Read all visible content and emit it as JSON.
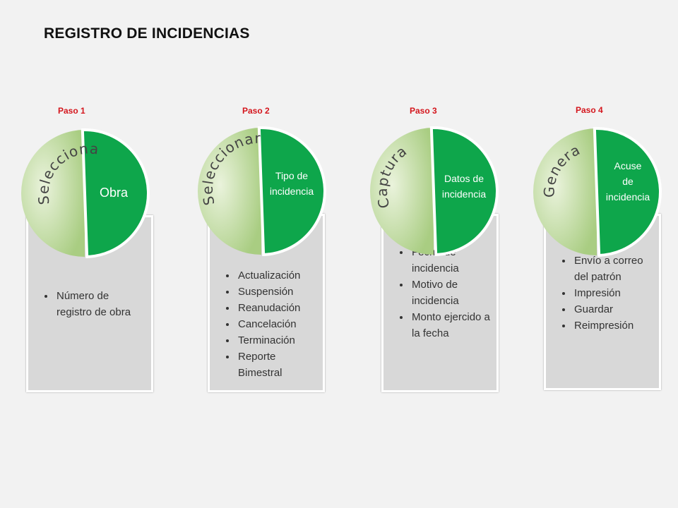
{
  "page": {
    "title": "REGISTRO DE INCIDENCIAS"
  },
  "colors": {
    "step_label": "#d4151c",
    "green_half": "#0ea64b",
    "light_half": "#bcd99c",
    "box_fill": "#d8d8d8"
  },
  "steps": [
    {
      "label": "Paso 1",
      "verb": "Seleccionar",
      "object_lines": [
        "Obra"
      ],
      "items": [
        "Número de registro de obra"
      ]
    },
    {
      "label": "Paso 2",
      "verb": "Seleccionar",
      "object_lines": [
        "Tipo de",
        "incidencia"
      ],
      "items": [
        "Actualización",
        "Suspensión",
        "Reanudación",
        "Cancelación",
        "Terminación",
        "Reporte Bimestral"
      ]
    },
    {
      "label": "Paso 3",
      "verb": "Captura",
      "object_lines": [
        "Datos de",
        "incidencia"
      ],
      "items": [
        "Fecha de incidencia",
        "Motivo de incidencia",
        "Monto ejercido a la fecha"
      ]
    },
    {
      "label": "Paso 4",
      "verb": "Genera",
      "object_lines": [
        "Acuse",
        "de",
        "incidencia"
      ],
      "items": [
        "Envío a correo del patrón",
        "Impresión",
        "Guardar",
        "Reimpresión"
      ]
    }
  ]
}
